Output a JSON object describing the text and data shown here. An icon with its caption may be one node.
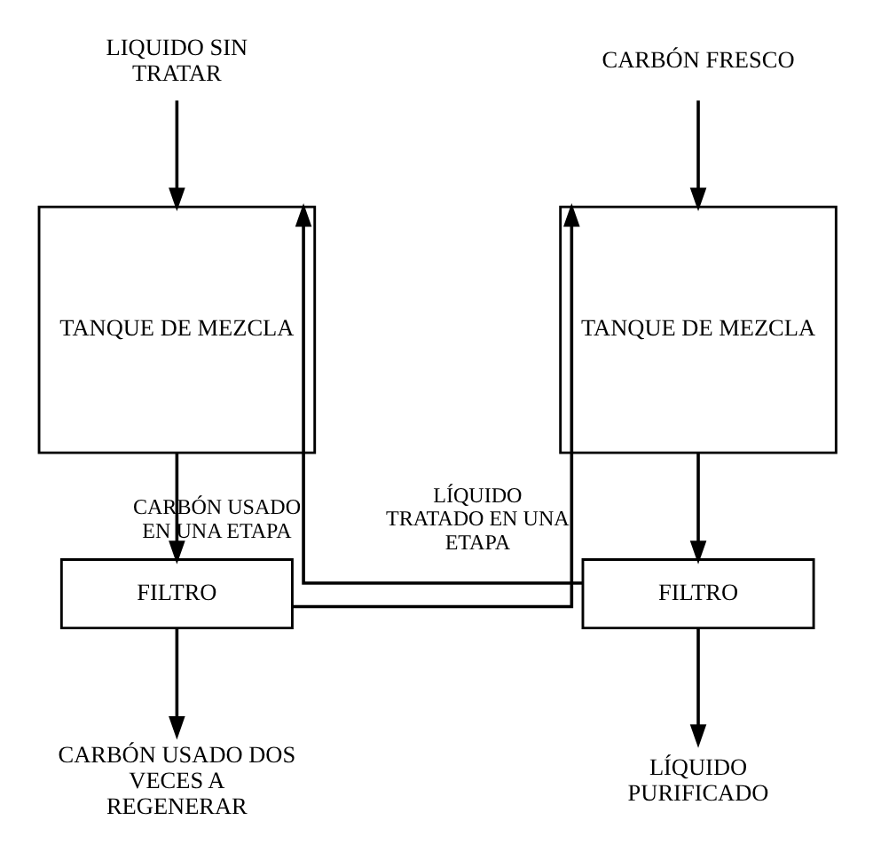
{
  "diagram": {
    "nodes": [
      {
        "text": [
          "LIQUIDO SIN TRATAR"
        ]
      },
      {
        "text": [
          "CARBÓN FRESCO"
        ]
      },
      {
        "text": [
          "TANQUE DE MEZCLA"
        ]
      },
      {
        "text": [
          "TANQUE DE MEZCLA"
        ]
      },
      {
        "text": [
          "FILTRO"
        ]
      },
      {
        "text": [
          "FILTRO"
        ]
      },
      {
        "text": [
          "CARBÓN USADO DOS VECES A REGENERAR"
        ]
      },
      {
        "text": [
          "LÍQUIDO PURIFICADO"
        ]
      }
    ],
    "edges": [
      {
        "from": 0,
        "to": 2,
        "arrow": "to"
      },
      {
        "from": 5,
        "to": 2,
        "arrow": "to",
        "label": "CARBÓN USADO EN UNA ETAPA"
      },
      {
        "from": 4,
        "to": 3,
        "arrow": "to",
        "label": "LÍQUIDO TRATADO EN UNA ETAPA"
      },
      {
        "from": 1,
        "to": 3,
        "arrow": "to"
      },
      {
        "from": 2,
        "to": 4,
        "arrow": "to"
      },
      {
        "from": 3,
        "to": 5,
        "arrow": "to"
      },
      {
        "from": 4,
        "to": 6,
        "arrow": "to"
      },
      {
        "from": 5,
        "to": 7,
        "arrow": "to"
      }
    ]
  }
}
